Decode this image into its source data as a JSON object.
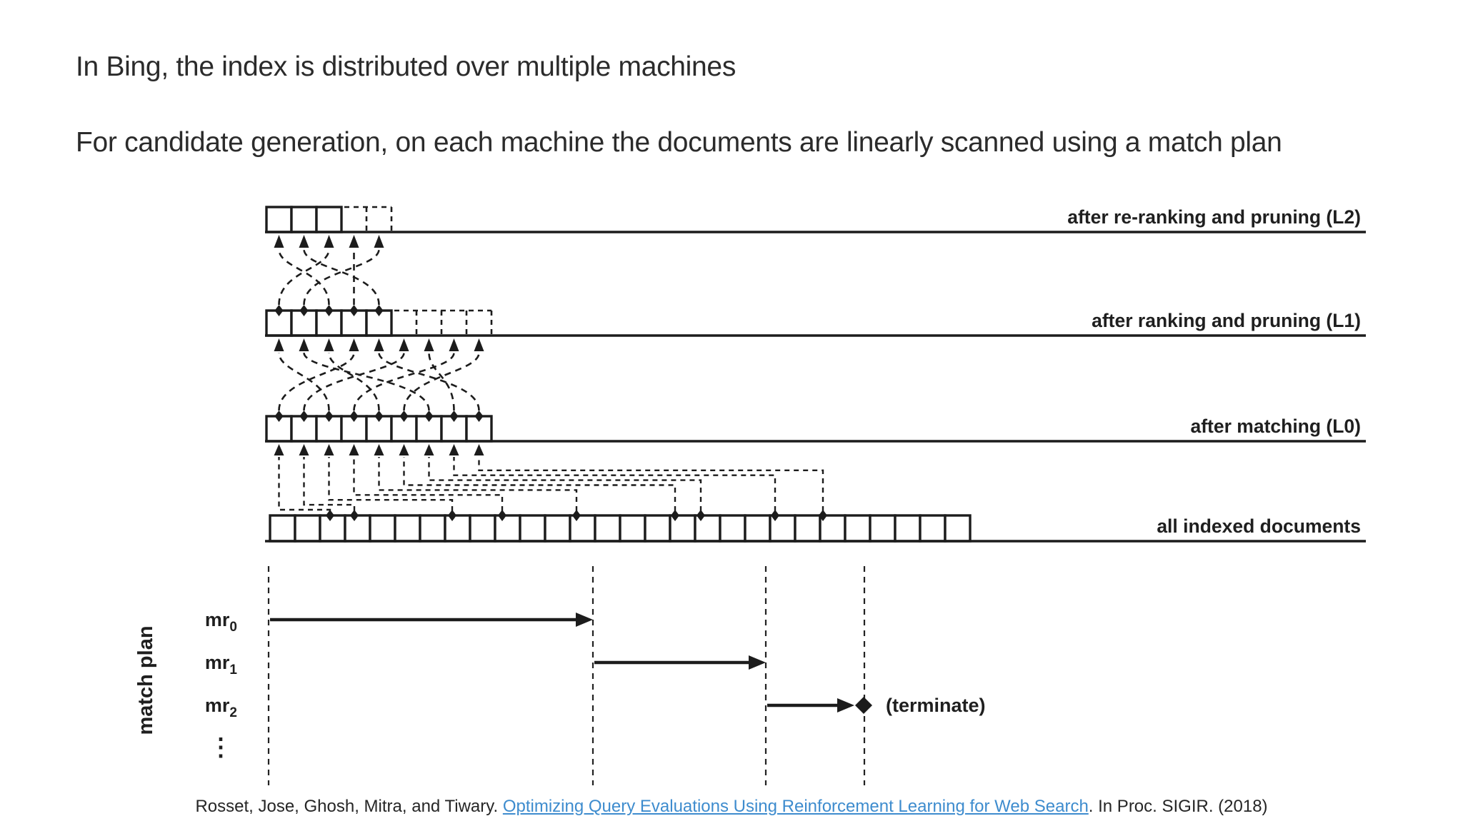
{
  "header": {
    "line1": "In Bing, the index is distributed over multiple machines",
    "line2": "For candidate generation, on each machine the documents are linearly scanned using a match plan"
  },
  "diagram": {
    "rows": [
      {
        "id": "l2",
        "label": "after re-ranking and pruning (L2)",
        "solid_boxes": 3,
        "dashed_boxes": 2
      },
      {
        "id": "l1",
        "label": "after ranking and pruning (L1)",
        "solid_boxes": 5,
        "dashed_boxes": 4
      },
      {
        "id": "l0",
        "label": "after matching (L0)",
        "solid_boxes": 9,
        "dashed_boxes": 0
      },
      {
        "id": "all",
        "label": "all indexed documents",
        "solid_boxes": 28,
        "dashed_boxes": 0
      }
    ],
    "match_plan": {
      "axis_label": "match plan",
      "rules": [
        {
          "name": "mr",
          "sub": "0"
        },
        {
          "name": "mr",
          "sub": "1"
        },
        {
          "name": "mr",
          "sub": "2"
        }
      ],
      "more_symbol": "⋮",
      "terminate_label": "(terminate)"
    }
  },
  "citation": {
    "prefix": "Rosset, Jose, Ghosh, Mitra, and Tiwary. ",
    "link_text": "Optimizing Query Evaluations Using Reinforcement Learning for Web Search",
    "suffix": ". In Proc. SIGIR. (2018)"
  },
  "colors": {
    "ink": "#1c1c1c",
    "link_blue": "#3e8cce",
    "text": "#2b2b2b"
  }
}
